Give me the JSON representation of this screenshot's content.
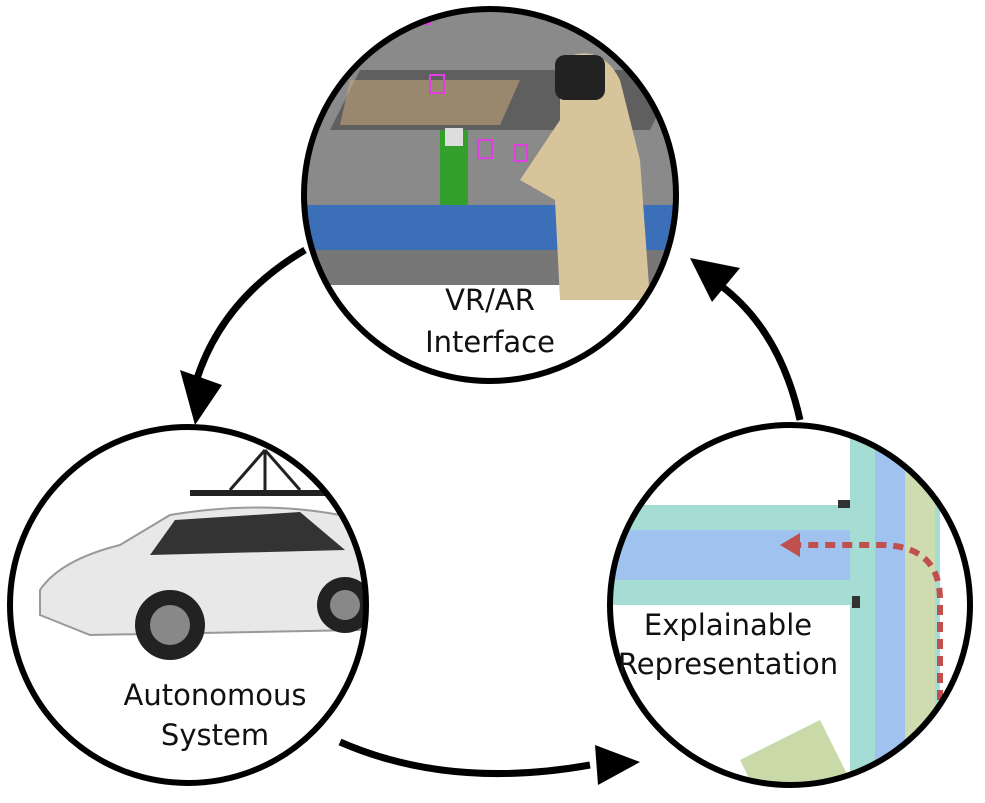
{
  "nodes": {
    "vr": {
      "line1": "VR/AR",
      "line2": "Interface"
    },
    "auto": {
      "line1": "Autonomous",
      "line2": "System"
    },
    "explain": {
      "line1": "Explainable",
      "line2": "Representation"
    }
  },
  "colors": {
    "stroke": "#000000",
    "route": "#c0504d",
    "lane": "#8fd3c8",
    "laneBlue": "#9fc3ee"
  }
}
